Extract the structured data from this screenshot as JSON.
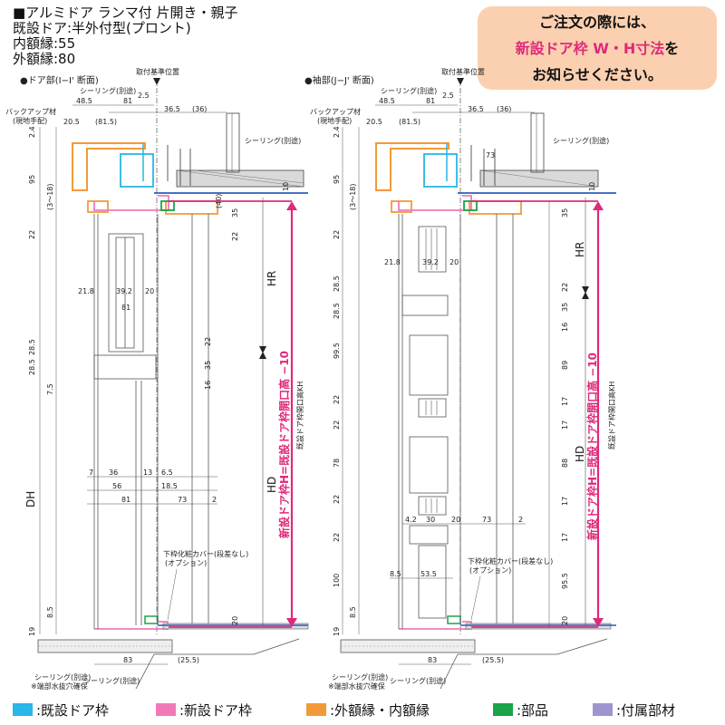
{
  "spec": {
    "line1": "■アルミドア ランマ付 片開き・親子",
    "line2": "既設ドア:半外付型(プロント)",
    "line3": "内額縁:55",
    "line4": "外額縁:80"
  },
  "notice": {
    "line1": "ご注文の際には、",
    "line2a": "新設ドア枠 W・H寸法",
    "line2b": "を",
    "line3": "お知らせください。"
  },
  "left_section": {
    "title": "●ドア部(I−I' 断面)",
    "datum": "取付基準位置",
    "sealing_top": "シーリング(別途)",
    "sealing_right": "シーリング(別途)",
    "backup": "バックアップ材",
    "backup_sub": "(現地手配)",
    "cover": "下枠化粧カバー(段差なし)",
    "cover_sub": "(オプション)",
    "sealing_bottom1": "シーリング(別途)",
    "drain_note": "※端部水抜穴確保",
    "sealing_bottom2": "シーリング(別途)",
    "top_dims": [
      "48.5",
      "81",
      "36.5",
      "(36)",
      "2.5",
      "20.5",
      "(81.5)"
    ],
    "left_dims": [
      "2.4",
      "95",
      "(3〜18)",
      "22",
      "28.5",
      "28.5",
      "7.5",
      "8.5",
      "19"
    ],
    "inner_dims": [
      "21.8",
      "39.2",
      "20",
      "81",
      "22",
      "35",
      "16",
      "(40)",
      "35",
      "22",
      "10"
    ],
    "mid_dims": [
      "7",
      "36",
      "13",
      "6.5",
      "56",
      "18.5",
      "81",
      "73",
      "2"
    ],
    "bottom_dims": [
      "83",
      "(25.5)",
      "20"
    ],
    "hr": "HR",
    "hd": "HD",
    "dh": "DH",
    "new_h": "新設ドア枠H=既設ドア枠開口高 −10",
    "exist_kh": "既設ドア枠開口高KH"
  },
  "right_section": {
    "title": "●袖部(J−J' 断面)",
    "datum": "取付基準位置",
    "sealing_top": "シーリング(別途)",
    "sealing_right": "シーリング(別途)",
    "backup": "バックアップ材",
    "backup_sub": "(現地手配)",
    "cover": "下枠化粧カバー(段差なし)",
    "cover_sub": "(オプション)",
    "sealing_bottom1": "シーリング(別途)",
    "drain_note": "※端部水抜穴確保",
    "sealing_bottom2": "シーリング(別途)",
    "top_dims": [
      "48.5",
      "81",
      "36.5",
      "(36)",
      "2.5",
      "20.5",
      "(81.5)",
      "73"
    ],
    "left_dims": [
      "2.4",
      "95",
      "(3〜18)",
      "22",
      "28.5",
      "28.5",
      "99.5",
      "22",
      "22",
      "78",
      "22",
      "22",
      "100",
      "8.5",
      "19"
    ],
    "inner_dims": [
      "21.8",
      "39.2",
      "20",
      "4.2",
      "30",
      "20",
      "73",
      "2",
      "8.5",
      "53.5",
      "83",
      "(25.5)"
    ],
    "right_dims": [
      "35",
      "22",
      "35",
      "16",
      "89",
      "17",
      "17",
      "88",
      "17",
      "17",
      "95.5",
      "20",
      "10"
    ],
    "hr": "HR",
    "hd": "HD",
    "new_h": "新設ドア枠H=既設ドア枠開口高 −10",
    "exist_kh": "既設ドア枠開口高KH"
  },
  "legend": [
    {
      "label": ":既設ドア枠",
      "color": "#29b6e8"
    },
    {
      "label": ":新設ドア枠",
      "color": "#f07ab8"
    },
    {
      "label": ":外額縁・内額縁",
      "color": "#f29a38"
    },
    {
      "label": ":部品",
      "color": "#1aa34a"
    },
    {
      "label": ":付属部材",
      "color": "#9e95cf"
    }
  ],
  "colors": {
    "existing_frame": "#29b6e8",
    "new_frame": "#e0297a",
    "casing": "#f29a38",
    "parts": "#1aa34a",
    "accessory": "#9e95cf",
    "notice_bg": "#fbd0b0",
    "blue_line": "#2b5db8"
  }
}
